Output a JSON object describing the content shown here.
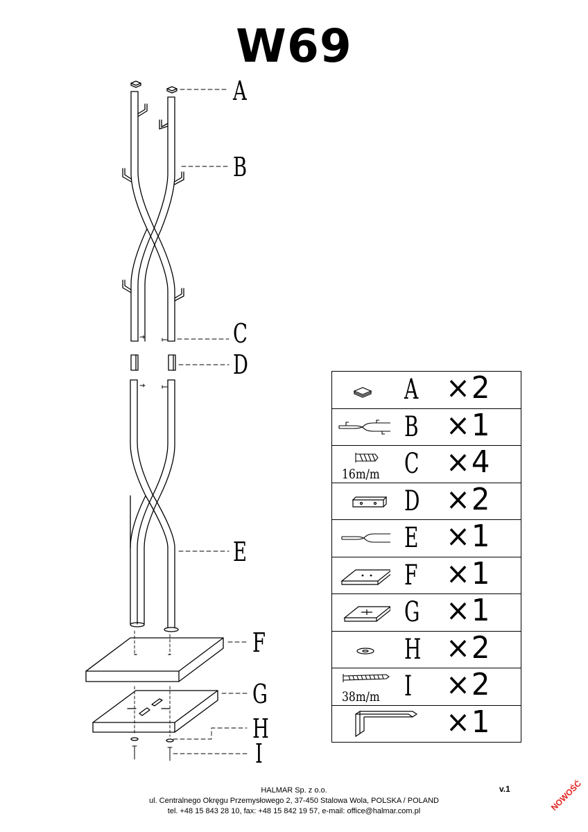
{
  "title": "W69",
  "callouts": [
    "A",
    "B",
    "C",
    "D",
    "E",
    "F",
    "G",
    "H",
    "I"
  ],
  "parts_list": [
    {
      "icon": "cap-icon",
      "letter": "A",
      "qty": "×2",
      "size": ""
    },
    {
      "icon": "upper-frame-icon",
      "letter": "B",
      "qty": "×1",
      "size": ""
    },
    {
      "icon": "screw-icon",
      "letter": "C",
      "qty": "×4",
      "size": "16m/m"
    },
    {
      "icon": "connector-icon",
      "letter": "D",
      "qty": "×2",
      "size": ""
    },
    {
      "icon": "lower-frame-icon",
      "letter": "E",
      "qty": "×1",
      "size": ""
    },
    {
      "icon": "base-top-plate-icon",
      "letter": "F",
      "qty": "×1",
      "size": ""
    },
    {
      "icon": "base-bottom-plate-icon",
      "letter": "G",
      "qty": "×1",
      "size": ""
    },
    {
      "icon": "washer-icon",
      "letter": "H",
      "qty": "×2",
      "size": ""
    },
    {
      "icon": "long-screw-icon",
      "letter": "I",
      "qty": "×2",
      "size": "38m/m"
    },
    {
      "icon": "allen-key-icon",
      "letter": "",
      "qty": "×1",
      "size": ""
    }
  ],
  "footer": {
    "company": "HALMAR Sp. z o.o.",
    "address": "ul. Centralnego Okręgu Przemysłowego 2, 37-450 Stalowa Wola, POLSKA / POLAND",
    "contact": "tel. +48 15 843 28 10, fax: +48 15 842 19 57, e-mail: office@halmar.com.pl"
  },
  "version": "v.1",
  "stamp": "NOWOŚĆ"
}
